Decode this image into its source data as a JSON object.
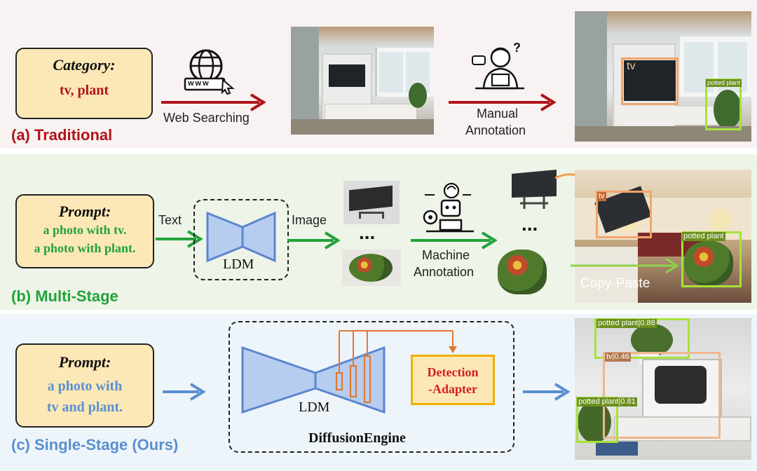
{
  "colors": {
    "traditional": "#b0141a",
    "multistage": "#22a33a",
    "singlestage": "#5a8fd0",
    "detection_text": "#d42020",
    "detection_border": "#f0b000",
    "ldm_fill": "#b7cdf0",
    "ldm_stroke": "#5b86cf",
    "box_fill": "#fce8b6",
    "tv_box": "#f3a46c",
    "plant_box": "#a6e23a"
  },
  "row_a": {
    "title": "(a) Traditional",
    "box_heading": "Category:",
    "box_text": "tv, plant",
    "web_label": "Web Searching",
    "www_text": "www",
    "manual_label_1": "Manual",
    "manual_label_2": "Annotation",
    "det_tv": "tv",
    "det_plant": "potted plant"
  },
  "row_b": {
    "title": "(b) Multi-Stage",
    "box_heading": "Prompt:",
    "box_line1": "a photo with tv.",
    "box_line2": "a photo with plant.",
    "text_label": "Text",
    "ldm_label": "LDM",
    "image_label": "Image",
    "ellipsis": "...",
    "machine_label_1": "Machine",
    "machine_label_2": "Annotation",
    "ellipsis2": "...",
    "copy_paste": "Copy-Paste",
    "det_tv": "tv",
    "det_plant": "potted plant"
  },
  "row_c": {
    "title": "(c) Single-Stage (Ours)",
    "box_heading": "Prompt:",
    "box_line1": "a photo with",
    "box_line2": "tv and plant.",
    "ldm_label": "LDM",
    "adapter_line1": "Detection",
    "adapter_line2": "-Adapter",
    "engine_label": "DiffusionEngine",
    "det_plant_top": "potted plant|0.88",
    "det_tv": "tv|0.46",
    "det_plant_left": "potted plant|0.81"
  }
}
